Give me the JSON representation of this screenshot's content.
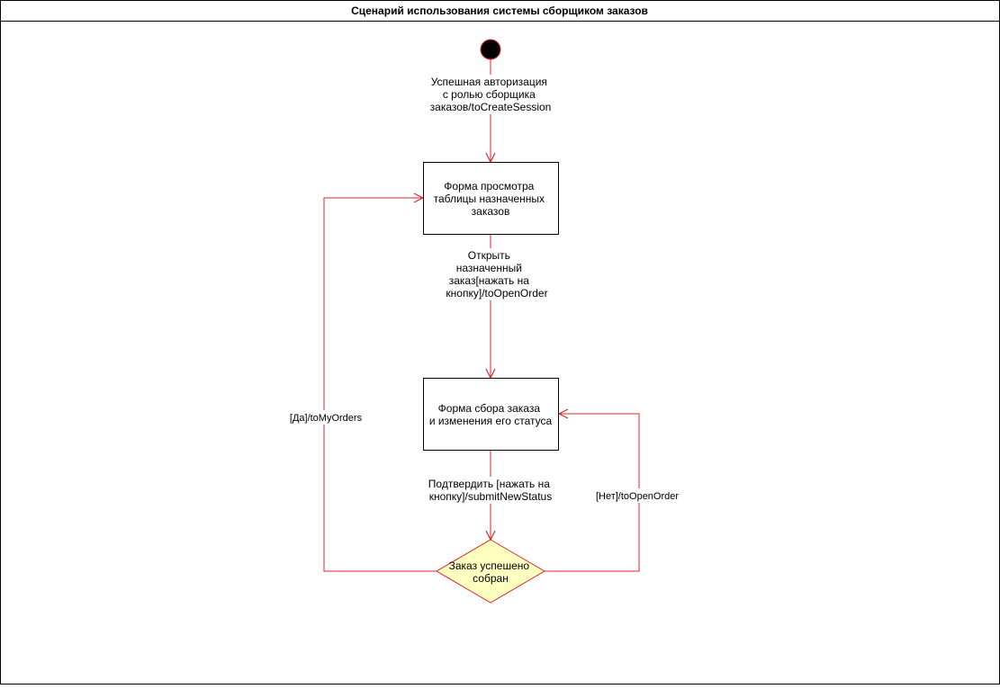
{
  "title": "Сценарий использования системы сборщиком заказов",
  "colors": {
    "edge": "#e0262b",
    "frame": "#000000",
    "decision_fill": "#ffffc0",
    "decision_stroke": "#e0262b",
    "initial_fill": "#000000",
    "initial_stroke": "#e0262b",
    "text": "#000000"
  },
  "nodes": {
    "state_orders_table": {
      "lines": [
        "Форма просмотра",
        "таблицы назначенных",
        "заказов"
      ]
    },
    "state_order_assembly": {
      "lines": [
        "Форма сбора заказа",
        "и изменения его статуса"
      ]
    },
    "decision_order_assembled": {
      "lines": [
        "Заказ успешено",
        "собран"
      ]
    }
  },
  "edges": {
    "edge_login": {
      "lines": [
        "Успешная авторизация",
        "с ролью сборщика",
        "заказов/toCreateSession"
      ]
    },
    "edge_open_order": {
      "lines": [
        "Открыть",
        "назначенный",
        "заказ[нажать на",
        "кнопку]/toOpenOrder"
      ]
    },
    "edge_submit_status": {
      "lines": [
        "Подтвердить [нажать на",
        "кнопку]/submitNewStatus"
      ]
    },
    "edge_yes": {
      "lines": [
        "[Да]/toMyOrders"
      ]
    },
    "edge_no": {
      "lines": [
        "[Нет]/toOpenOrder"
      ]
    }
  }
}
